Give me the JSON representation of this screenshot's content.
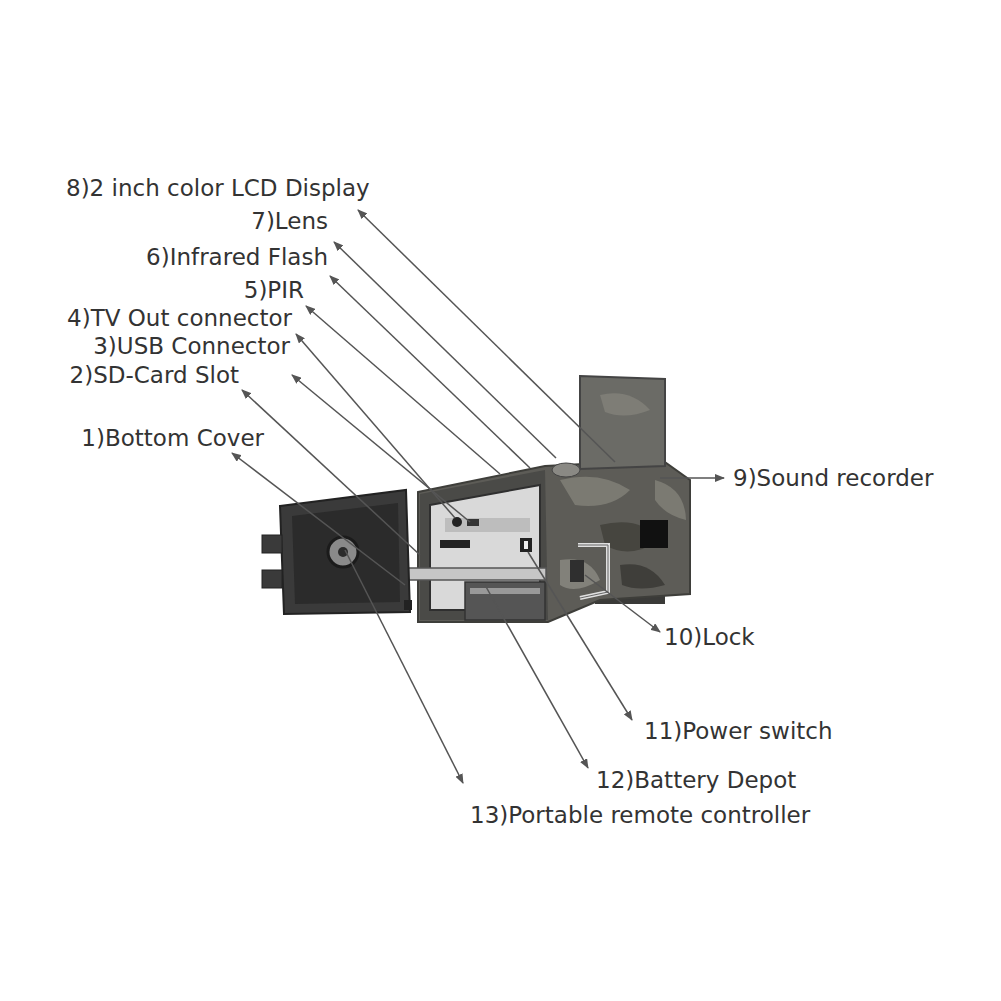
{
  "diagram": {
    "labels": [
      "8)2 inch color LCD Display",
      "7)Lens",
      "6)Infrared Flash",
      "5)PIR",
      "4)TV Out connector",
      "3)USB Connector",
      "2)SD-Card Slot",
      "1)Bottom Cover",
      "9)Sound recorder",
      "10)Lock",
      "11)Power switch",
      "12)Battery Depot",
      "13)Portable remote controller"
    ]
  }
}
